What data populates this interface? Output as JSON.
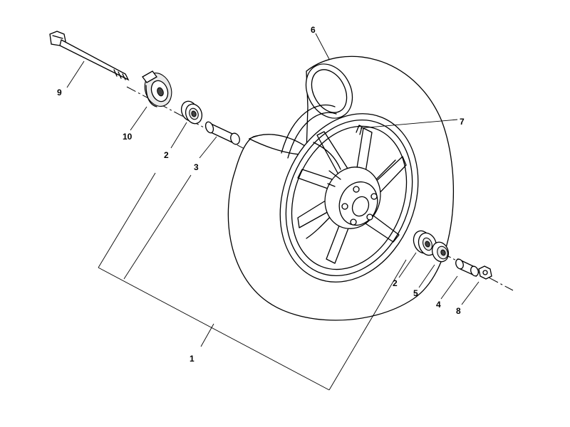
{
  "labels": {
    "p1": "1",
    "p2a": "2",
    "p2b": "2",
    "p3": "3",
    "p4": "4",
    "p5": "5",
    "p6": "6",
    "p7": "7",
    "p8": "8",
    "p9": "9",
    "p10": "10"
  }
}
